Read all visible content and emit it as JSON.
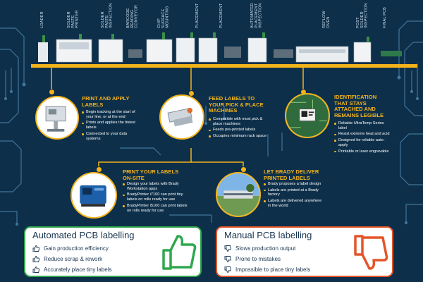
{
  "stations": [
    "LOADER",
    "SOLDER PASTE\nPRINTER",
    "SOLDER PASTE\nINSPECTION",
    "BARCODE\nREADING\nCONVEYOR",
    "CHIP SURFACE\nMOUNTING",
    "PLACEMENT",
    "PLACEMENT",
    "AUTOMATED\nPLACEMENT\nINSPECTION",
    "REFLOW OVEN",
    "POST SOLDER\nINSPECTION",
    "FINAL PCB"
  ],
  "sections": {
    "print_apply": {
      "heading": "PRINT AND APPLY LABELS",
      "bullets": [
        "Begin tracking at the start of your line, or at the end",
        "Prints and applies the tiniest labels",
        "Connected to your data systems"
      ]
    },
    "feed_labels": {
      "heading": "FEED LABELS TO YOUR PICK & PLACE MACHINES",
      "bullets": [
        "Compatible with most pick & place machines",
        "Feeds pre-printed labels",
        "Occupies minimum rack space"
      ]
    },
    "identification": {
      "heading": "IDENTIFICATION THAT STAYS ATTACHED AND REMAINS LEGIBLE",
      "bullets": [
        "Reliable UltraTemp Series label",
        "Resist extreme heat and acid",
        "Designed for reliable auto-apply",
        "Printable or laser engravable"
      ]
    },
    "print_onsite": {
      "heading": "PRINT YOUR LABELS ON-SITE",
      "bullets": [
        "Design your labels with Brady Workstation apps",
        "BradyPrinter i7100 can print tiny labels on rolls ready for use",
        "BradyPrinter i5100 can print labels on rolls ready for use"
      ]
    },
    "brady_deliver": {
      "heading": "LET BRADY DELIVER PRINTED LABELS",
      "bullets": [
        "Brady proposes a label design",
        "Labels are printed at a Brady factory",
        "Labels are delivered anywhere in the world"
      ]
    }
  },
  "panels": {
    "automated": {
      "title": "Automated PCB labelling",
      "items": [
        "Gain production efficiency",
        "Reduce scrap & rework",
        "Accurately place tiny labels"
      ]
    },
    "manual": {
      "title": "Manual PCB labelling",
      "items": [
        "Slows production output",
        "Prone to mistakes",
        "Impossible to place tiny labels"
      ]
    }
  },
  "colors": {
    "background": "#0d2f4a",
    "accent": "#f3b31b",
    "positive": "#2fa84f",
    "negative": "#e2562a"
  }
}
